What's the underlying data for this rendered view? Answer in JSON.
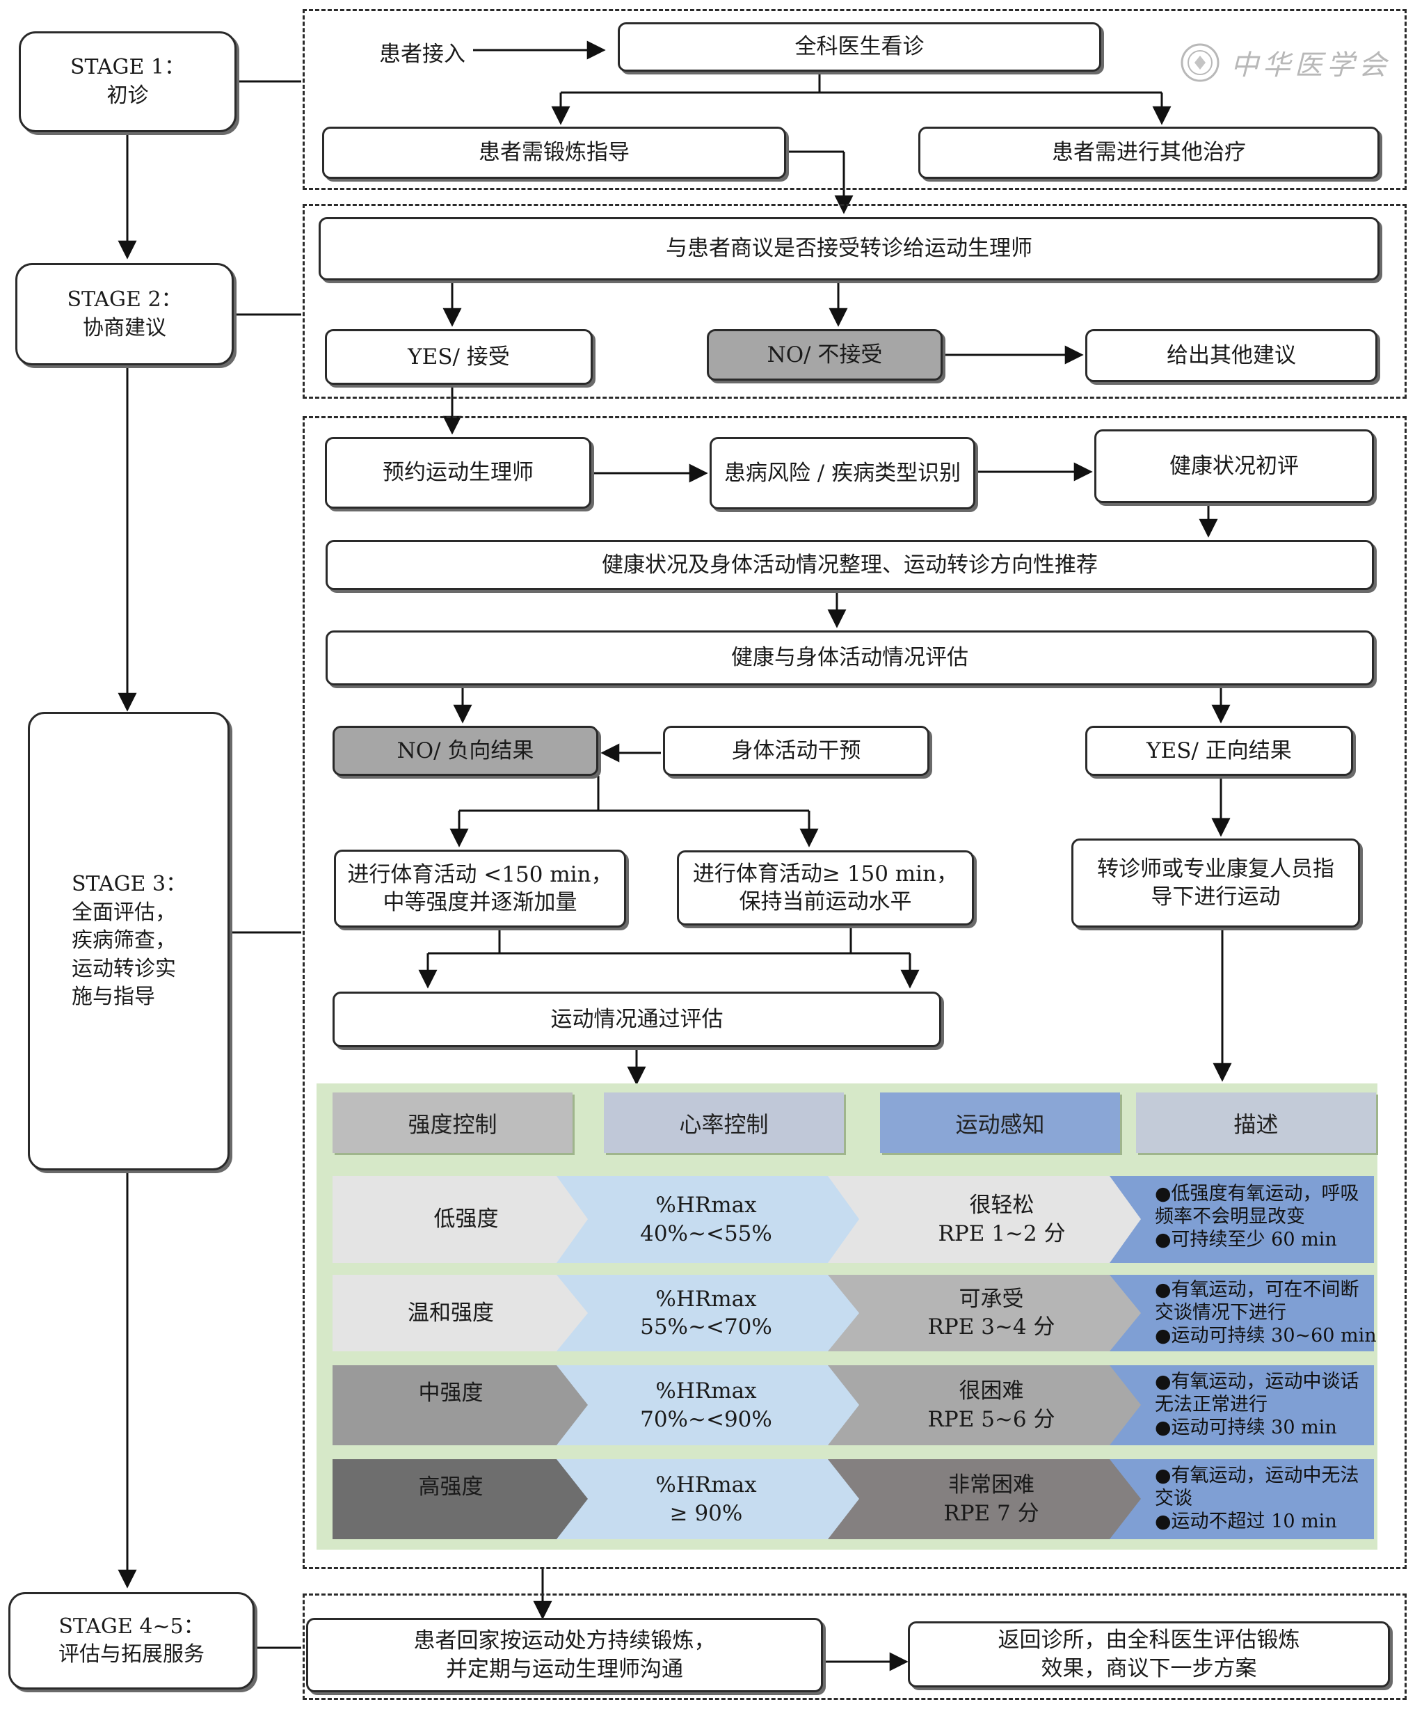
{
  "watermark": "中华医学会",
  "stages": {
    "s1": "STAGE 1：\n初诊",
    "s2": "STAGE 2：\n协商建议",
    "s3": "STAGE 3：\n全面评估，\n疾病筛查，\n运动转诊实\n施与指导",
    "s45": "STAGE 4~5：\n评估与拓展服务"
  },
  "stage1": {
    "patient_in": "患者接入",
    "gp_visit": "全科医生看诊",
    "exercise_guide": "患者需锻炼指导",
    "other_treatment": "患者需进行其他治疗"
  },
  "stage2": {
    "discuss": "与患者商议是否接受转诊给运动生理师",
    "yes": "YES/ 接受",
    "no": "NO/ 不接受",
    "other_advice": "给出其他建议"
  },
  "stage3": {
    "book": "预约运动生理师",
    "risk": "患病风险 / 疾病类型识别",
    "initial": "健康状况初评",
    "organize": "健康状况及身体活动情况整理、运动转诊方向性推荐",
    "assess": "健康与身体活动情况评估",
    "no_result": "NO/ 负向结果",
    "intervention": "身体活动干预",
    "yes_result": "YES/ 正向结果",
    "lt150": "进行体育活动 <150 min，\n中等强度并逐渐加量",
    "ge150": "进行体育活动≥ 150 min，\n保持当前运动水平",
    "guided": "转诊师或专业康复人员指\n导下进行运动",
    "passed": "运动情况通过评估"
  },
  "table": {
    "headers": [
      "强度控制",
      "心率控制",
      "运动感知",
      "描述"
    ],
    "rows": [
      {
        "level": "低强度",
        "hr": "%HRmax\n40%~<55%",
        "rpe": "很轻松\nRPE 1~2 分",
        "desc": [
          "●低强度有氧运动，呼吸",
          "  频率不会明显改变",
          "●可持续至少 60 min"
        ]
      },
      {
        "level": "温和强度",
        "hr": "%HRmax\n55%~<70%",
        "rpe": "可承受\nRPE 3~4 分",
        "desc": [
          "●有氧运动，可在不间断",
          "  交谈情况下进行",
          "●运动可持续 30~60 min"
        ]
      },
      {
        "level": "中强度",
        "hr": "%HRmax\n70%~<90%",
        "rpe": "很困难\nRPE 5~6 分",
        "desc": [
          "●有氧运动，运动中谈话",
          "  无法正常进行",
          "●运动可持续 30 min"
        ]
      },
      {
        "level": "高强度",
        "hr": "%HRmax\n≥ 90%",
        "rpe": "非常困难\nRPE 7 分",
        "desc": [
          "●有氧运动，运动中无法",
          "  交谈",
          "●运动不超过 10 min"
        ]
      }
    ],
    "colors": {
      "panel": "#d6e8c8",
      "level": [
        "#e4e4e4",
        "#e4e4e4",
        "#9a9a9a",
        "#6e6e6e"
      ],
      "hr": "#c6dcf0",
      "rpe": [
        "#e4e4e4",
        "#b5b5b5",
        "#a8a8a8",
        "#848080"
      ],
      "desc": "#7f9fd4",
      "hdr": [
        "#bdbdbd",
        "#c0c8d8",
        "#8aa6d6",
        "#c3cbd8"
      ]
    }
  },
  "stage45": {
    "home": "患者回家按运动处方持续锻炼，\n并定期与运动生理师沟通",
    "return": "返回诊所，由全科医生评估锻炼\n效果，商议下一步方案"
  }
}
